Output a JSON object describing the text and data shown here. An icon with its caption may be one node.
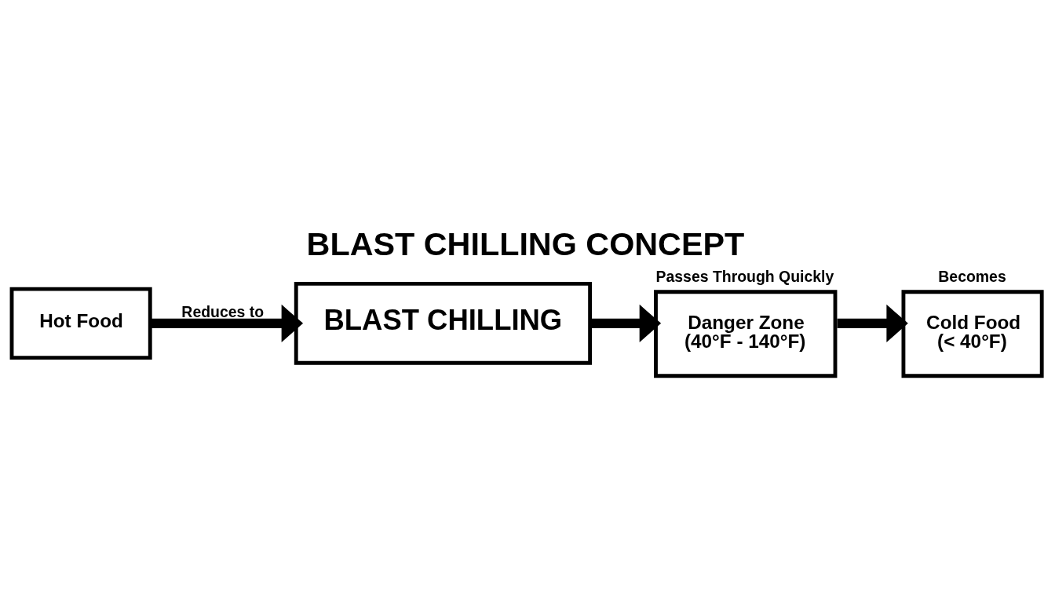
{
  "diagram": {
    "title": "BLAST CHILLING CONCEPT",
    "nodes": [
      {
        "text": [
          "Hot Food"
        ]
      },
      {
        "text": [
          "BLAST CHILLING"
        ]
      },
      {
        "text": [
          "Passes Through Quickly",
          "Danger Zone",
          "(40°F - 140°F)"
        ]
      },
      {
        "text": [
          "Becomes",
          "Cold Food",
          "(< 40°F)"
        ]
      }
    ],
    "edges": [
      {
        "from": 0,
        "to": 1,
        "arrow": "to",
        "label": "Reduces to"
      },
      {
        "from": 1,
        "to": 2,
        "arrow": "to"
      },
      {
        "from": 2,
        "to": 3,
        "arrow": "to"
      }
    ]
  }
}
